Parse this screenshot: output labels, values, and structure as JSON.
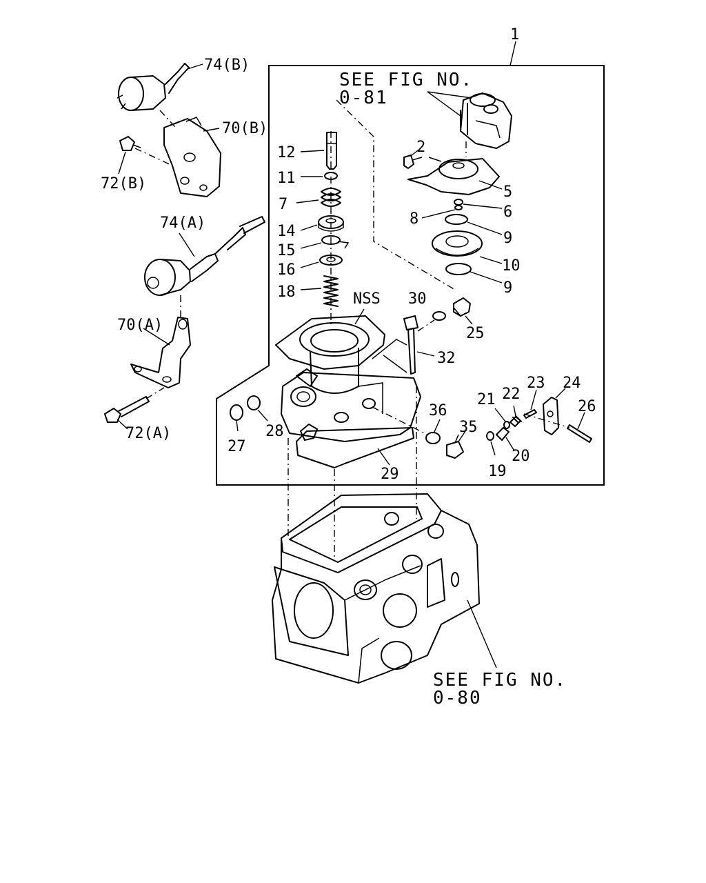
{
  "callouts": {
    "c1": "1",
    "c2": "2",
    "c5": "5",
    "c6": "6",
    "c7": "7",
    "c8": "8",
    "c9a": "9",
    "c9b": "9",
    "c10": "10",
    "c11": "11",
    "c12": "12",
    "c14": "14",
    "c15": "15",
    "c16": "16",
    "c18": "18",
    "c19": "19",
    "c20": "20",
    "c21": "21",
    "c22": "22",
    "c23": "23",
    "c24": "24",
    "c25": "25",
    "c26": "26",
    "c27": "27",
    "c28": "28",
    "c29": "29",
    "c30": "30",
    "c32": "32",
    "c35": "35",
    "c36": "36",
    "c70a": "70(A)",
    "c70b": "70(B)",
    "c72a": "72(A)",
    "c72b": "72(B)",
    "c74a": "74(A)",
    "c74b": "74(B)",
    "nss": "NSS"
  },
  "references": {
    "top_line1": "SEE FIG NO.",
    "top_line2": "0-81",
    "bottom_line1": "SEE FIG NO.",
    "bottom_line2": "0-80"
  }
}
